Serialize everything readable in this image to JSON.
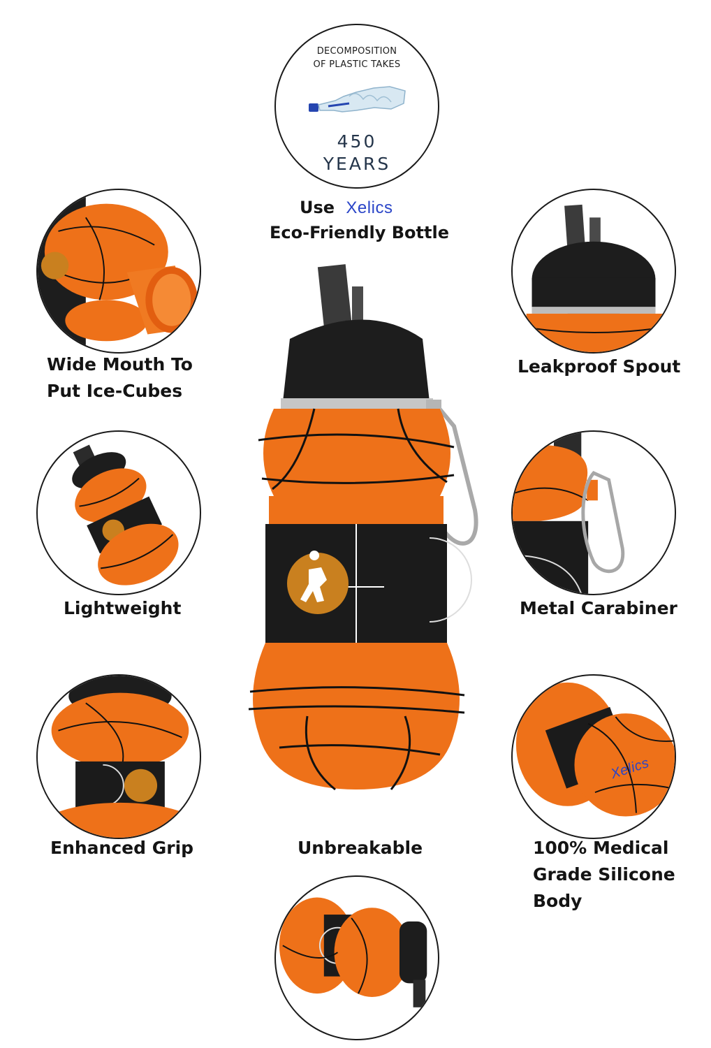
{
  "eco_banner": {
    "line1": "DECOMPOSITION",
    "line2": "OF PLASTIC TAKES",
    "number": "450",
    "unit": "YEARS"
  },
  "tagline": {
    "use_word": "Use",
    "brand": "Xelics",
    "line2": "Eco-Friendly Bottle"
  },
  "features": {
    "wide_mouth": [
      "Wide Mouth To",
      "Put Ice-Cubes"
    ],
    "leakproof": "Leakproof Spout",
    "lightweight": "Lightweight",
    "carabiner": "Metal Carabiner",
    "grip": "Enhanced Grip",
    "unbreakable": "Unbreakable",
    "silicone": [
      "100% Medical",
      "Grade Silicone",
      "Body"
    ]
  },
  "product_logo_text": "Xelics",
  "colors": {
    "bottle_orange": "#f0741a",
    "cap_black": "#1d1d1d",
    "brand_blue": "#2a45c8",
    "player_badge": "#c9801f"
  },
  "icons": [
    "plastic-bottle-icon",
    "basketball-player-icon",
    "carabiner-icon"
  ]
}
